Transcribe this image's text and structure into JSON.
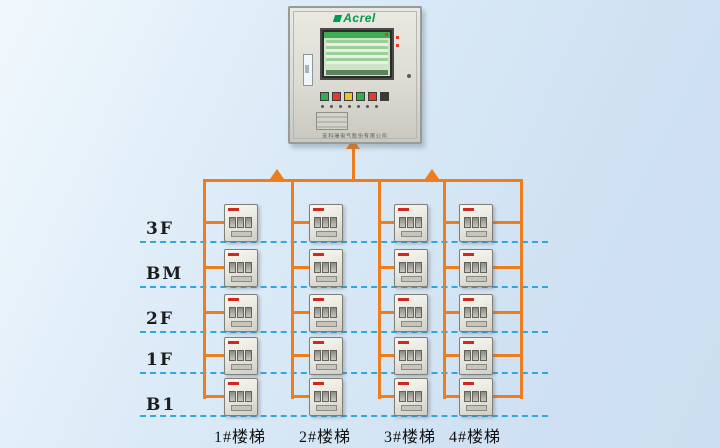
{
  "cabinet": {
    "brand": "Acrel",
    "brand_color": "#009a4e",
    "company_label": "安科瑞电气股份有限公司",
    "button_colors": [
      "#2fae4e",
      "#e23b2e",
      "#e8c428",
      "#2fae4e",
      "#e23b2e",
      "#3a3a3a"
    ]
  },
  "colors": {
    "bus_line": "#ee7d1e",
    "floor_divider": "#2fa7e0",
    "background": "#d6e7f5"
  },
  "floors": [
    {
      "label": "3F"
    },
    {
      "label": "BM"
    },
    {
      "label": "2F"
    },
    {
      "label": "1F"
    },
    {
      "label": "B1"
    }
  ],
  "columns": [
    {
      "label": "1#楼梯"
    },
    {
      "label": "2#楼梯"
    },
    {
      "label": "3#楼梯"
    },
    {
      "label": "4#楼梯"
    }
  ],
  "devices": {
    "rows": 5,
    "cols": 4,
    "count": 20
  }
}
